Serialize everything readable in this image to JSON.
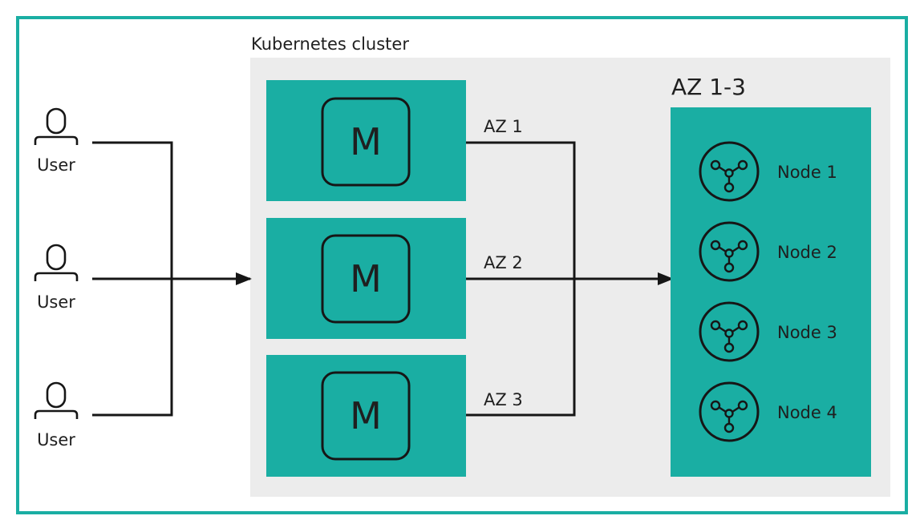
{
  "cluster": {
    "title": "Kubernetes cluster"
  },
  "users": [
    {
      "label": "User"
    },
    {
      "label": "User"
    },
    {
      "label": "User"
    }
  ],
  "masters": [
    {
      "label": "M",
      "zone": "AZ 1"
    },
    {
      "label": "M",
      "zone": "AZ 2"
    },
    {
      "label": "M",
      "zone": "AZ 3"
    }
  ],
  "node_group": {
    "title": "AZ 1-3",
    "nodes": [
      {
        "label": "Node 1"
      },
      {
        "label": "Node 2"
      },
      {
        "label": "Node 3"
      },
      {
        "label": "Node 4"
      }
    ]
  },
  "colors": {
    "frame": "#1aaea3",
    "teal": "#1aaea3",
    "cluster_bg": "#ececec",
    "ink": "#161616"
  },
  "icons": {
    "user": "person-outline-icon",
    "master": "letter-m-square-icon",
    "node": "kubernetes-node-icon"
  }
}
